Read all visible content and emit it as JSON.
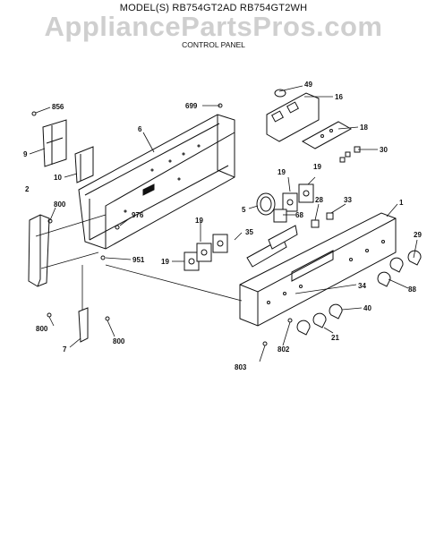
{
  "header": {
    "model_line": "MODEL(S) RB754GT2AD  RB754GT2WH",
    "watermark": "AppliancePartsPros.com",
    "subtitle": "CONTROL PANEL"
  },
  "callouts": [
    {
      "id": "49",
      "label": "49"
    },
    {
      "id": "16",
      "label": "16"
    },
    {
      "id": "856",
      "label": "856"
    },
    {
      "id": "699",
      "label": "699"
    },
    {
      "id": "6",
      "label": "6"
    },
    {
      "id": "18",
      "label": "18"
    },
    {
      "id": "9",
      "label": "9"
    },
    {
      "id": "30",
      "label": "30"
    },
    {
      "id": "10",
      "label": "10"
    },
    {
      "id": "19a",
      "label": "19"
    },
    {
      "id": "19b",
      "label": "19"
    },
    {
      "id": "2",
      "label": "2"
    },
    {
      "id": "800a",
      "label": "800"
    },
    {
      "id": "28",
      "label": "28"
    },
    {
      "id": "33",
      "label": "33"
    },
    {
      "id": "1",
      "label": "1"
    },
    {
      "id": "976",
      "label": "976"
    },
    {
      "id": "5",
      "label": "5"
    },
    {
      "id": "68",
      "label": "68"
    },
    {
      "id": "19c",
      "label": "19"
    },
    {
      "id": "35",
      "label": "35"
    },
    {
      "id": "29",
      "label": "29"
    },
    {
      "id": "19d",
      "label": "19"
    },
    {
      "id": "951",
      "label": "951"
    },
    {
      "id": "34",
      "label": "34"
    },
    {
      "id": "88",
      "label": "88"
    },
    {
      "id": "40",
      "label": "40"
    },
    {
      "id": "800b",
      "label": "800"
    },
    {
      "id": "21",
      "label": "21"
    },
    {
      "id": "800c",
      "label": "800"
    },
    {
      "id": "7",
      "label": "7"
    },
    {
      "id": "802",
      "label": "802"
    },
    {
      "id": "803",
      "label": "803"
    }
  ]
}
